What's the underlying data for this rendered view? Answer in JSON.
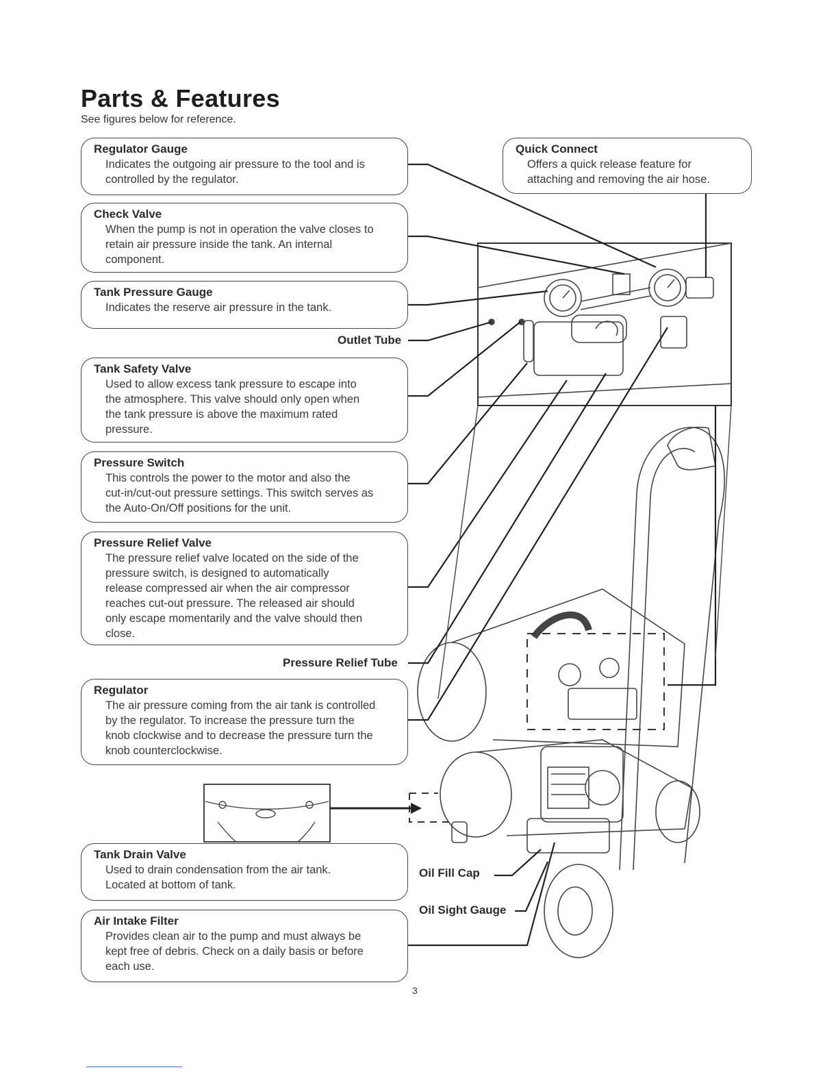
{
  "page": {
    "title": "Parts & Features",
    "subtitle": "See figures below for reference.",
    "page_number": "3"
  },
  "callouts": [
    {
      "heading": "Regulator Gauge",
      "text": [
        "Indicates the outgoing air pressure to the tool and is",
        "controlled by the regulator."
      ]
    },
    {
      "heading": "Check Valve",
      "text": [
        "When the pump is not in operation the valve closes to",
        "retain air pressure inside the tank. An internal",
        "component."
      ]
    },
    {
      "heading": "Tank Pressure Gauge",
      "text": [
        "Indicates the reserve air pressure in the tank."
      ]
    },
    {
      "heading": "Tank Safety Valve",
      "text": [
        "Used to allow excess tank pressure to escape into",
        "the atmosphere. This valve should only open when",
        "the tank pressure is above the maximum rated",
        "pressure."
      ]
    },
    {
      "heading": "Pressure Switch",
      "text": [
        "This controls the power to the motor and also the",
        "cut-in/cut-out pressure settings. This switch serves as",
        "the Auto-On/Off positions for the unit."
      ]
    },
    {
      "heading": "Pressure Relief Valve",
      "text": [
        "The pressure relief valve located on the side of the",
        "pressure switch, is designed to automatically",
        "release compressed air when the air compressor",
        "reaches cut-out pressure. The released air should",
        "only escape momentarily and the valve should then",
        "close."
      ]
    },
    {
      "heading": "Regulator",
      "text": [
        "The air pressure coming from the air tank is controlled",
        "by the regulator. To increase the pressure turn the",
        "knob clockwise and to decrease the pressure turn the",
        "knob counterclockwise."
      ]
    },
    {
      "heading": "Tank Drain Valve",
      "text": [
        "Used to drain condensation from the air tank.",
        "Located at bottom of tank."
      ]
    },
    {
      "heading": "Air Intake Filter",
      "text": [
        "Provides clean air to the pump and must always be",
        "kept free of debris. Check on a daily basis or before",
        "each use."
      ]
    },
    {
      "heading": "Quick Connect",
      "text": [
        "Offers a quick release feature for",
        "attaching and removing  the air hose."
      ]
    }
  ],
  "labels": {
    "outlet_tube": "Outlet Tube",
    "pressure_relief_tube": "Pressure Relief Tube",
    "oil_fill_cap": "Oil Fill Cap",
    "oil_sight_gauge": "Oil Sight Gauge"
  }
}
